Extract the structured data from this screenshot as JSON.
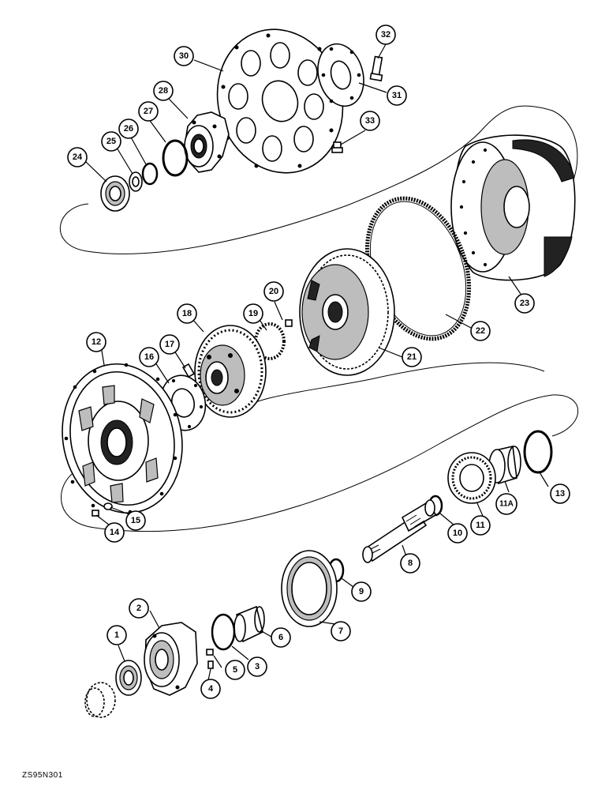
{
  "figure_reference": "ZS95N301",
  "callouts": {
    "c1": "1",
    "c2": "2",
    "c3": "3",
    "c4": "4",
    "c5": "5",
    "c6": "6",
    "c7": "7",
    "c8": "8",
    "c9": "9",
    "c10": "10",
    "c11": "11",
    "c11a": "11A",
    "c12": "12",
    "c13": "13",
    "c14": "14",
    "c15": "15",
    "c16": "16",
    "c17": "17",
    "c18": "18",
    "c19": "19",
    "c20": "20",
    "c21": "21",
    "c22": "22",
    "c23": "23",
    "c24": "24",
    "c25": "25",
    "c26": "26",
    "c27": "27",
    "c28": "28",
    "c29": "",
    "c30": "30",
    "c31": "31",
    "c32": "32",
    "c33": "33"
  }
}
